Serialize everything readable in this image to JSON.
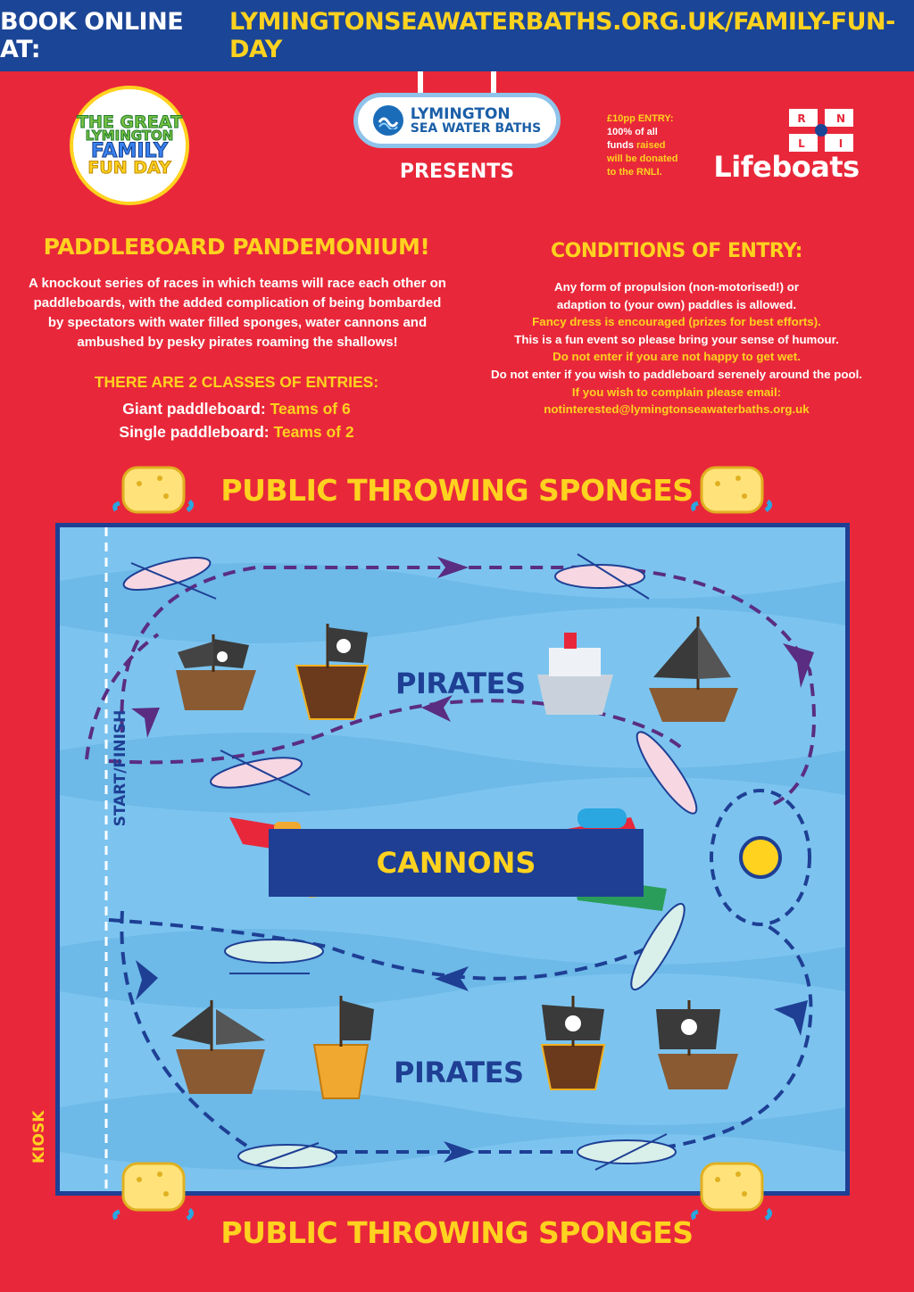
{
  "banner": {
    "prefix": "BOOK ONLINE AT:",
    "url": "LYMINGTONSEAWATERBATHS.ORG.UK/FAMILY-FUN-DAY"
  },
  "header": {
    "fun_day_logo": [
      "THE GREAT",
      "LYMINGTON",
      "FAMILY",
      "FUN DAY"
    ],
    "baths_logo": [
      "LYMINGTON",
      "SEA WATER BATHS"
    ],
    "presents": "PRESENTS",
    "entry_note": {
      "line1": "£10pp ENTRY:",
      "line2": "100% of all",
      "line3_a": "funds",
      "line3_b": "raised",
      "line4": "will be donated",
      "line5": "to the RNLI."
    },
    "rnli_flag": [
      "R",
      "N",
      "L",
      "I"
    ],
    "lifeboats": "Lifeboats"
  },
  "event": {
    "title": "PADDLEBOARD PANDEMONIUM!",
    "description": "A knockout series of races in which teams will race each other on paddleboards, with the added complication of being bombarded by spectators with water filled sponges, water cannons and ambushed by pesky pirates roaming the shallows!",
    "classes_heading": "THERE ARE 2 CLASSES OF ENTRIES:",
    "classes": [
      {
        "label": "Giant paddleboard:",
        "value": "Teams of 6"
      },
      {
        "label": "Single paddleboard:",
        "value": "Teams of 2"
      }
    ]
  },
  "conditions": {
    "heading": "CONDITIONS OF ENTRY:",
    "lines": [
      {
        "text": "Any form of propulsion (non-motorised!) or",
        "color": "white"
      },
      {
        "text": "adaption to (your own) paddles is allowed.",
        "color": "white"
      },
      {
        "text": "Fancy dress is encouraged (prizes for best efforts).",
        "color": "yellow"
      },
      {
        "text": "This is a fun event so please bring your sense of humour.",
        "color": "white"
      },
      {
        "text": "Do not enter if you are not happy to get wet.",
        "color": "yellow"
      },
      {
        "text": "Do not enter if you wish to paddleboard serenely around the pool.",
        "color": "white"
      },
      {
        "text": "If you wish to complain please email:",
        "color": "yellow"
      },
      {
        "text": "notinterested@lymingtonseawaterbaths.org.uk",
        "color": "yellow"
      }
    ]
  },
  "map": {
    "sponges_top": "PUBLIC THROWING SPONGES",
    "sponges_bottom": "PUBLIC THROWING SPONGES",
    "pirates_top": "PIRATES",
    "pirates_bottom": "PIRATES",
    "cannons": "CANNONS",
    "start_finish": "START/FINISH",
    "kiosk": "KIOSK"
  },
  "colors": {
    "background": "#e8283a",
    "banner": "#1b4596",
    "accent": "#ffd21f",
    "pool": "#7cc4ef",
    "pool_border": "#1e3f94",
    "route": "#5a2d82"
  }
}
